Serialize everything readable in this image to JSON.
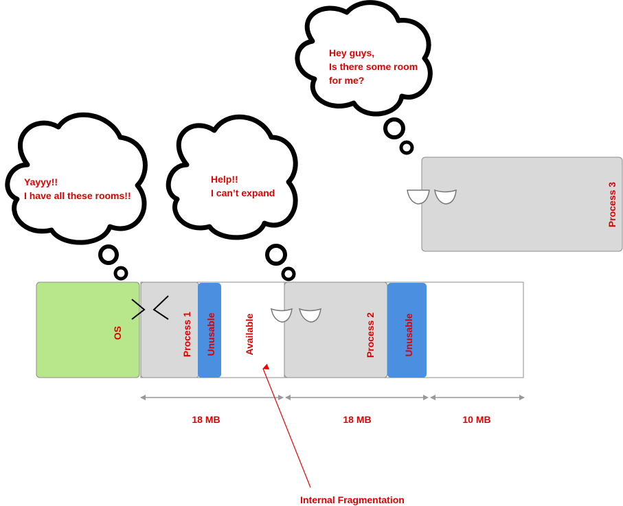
{
  "colors": {
    "text_red": "#e00000",
    "os_fill": "#b8e68a",
    "process_fill": "#d9d9d9",
    "unusable_fill": "#4a8fe0",
    "available_fill": "#ffffff",
    "outline": "#8c8c8c",
    "arrow_gray": "#999999",
    "cloud_stroke": "#000000",
    "pointer_red": "#ee0000"
  },
  "memory_blocks": {
    "os": "OS",
    "process1": "Process 1",
    "unusable1": "Unusable",
    "available": "Available",
    "process2": "Process 2",
    "unusable2": "Unusable",
    "process3": "Process 3"
  },
  "sizes": {
    "partition1": "18 MB",
    "partition2": "18 MB",
    "partition3": "10 MB"
  },
  "annotation": "Internal Fragmentation",
  "bubbles": {
    "os": {
      "line1": "Yayyy!!",
      "line2": "I have all these rooms!!"
    },
    "process1": {
      "line1": "Help!!",
      "line2": "I can’t expand"
    },
    "process3": {
      "line1": "Hey guys,",
      "line2": "Is there some room",
      "line3": "for me?"
    }
  }
}
